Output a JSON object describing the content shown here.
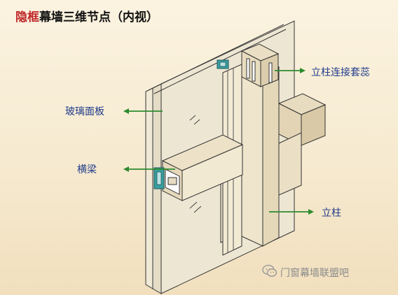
{
  "title": {
    "highlight": "隐框",
    "rest": "幕墙三维节点（内视）"
  },
  "labels": {
    "glass_panel": "玻璃面板",
    "transom": "横梁",
    "mullion": "立柱",
    "sleeve": "立柱连接套蕊"
  },
  "watermark": {
    "text": "门窗幕墙联盟吧",
    "icon": "wechat-icon"
  },
  "colors": {
    "background": "#f6ead0",
    "title_highlight": "#c0282a",
    "label_text": "#1f3a8a",
    "leader_arrow": "#2e8b2e",
    "connector": "#3a9ea0"
  }
}
